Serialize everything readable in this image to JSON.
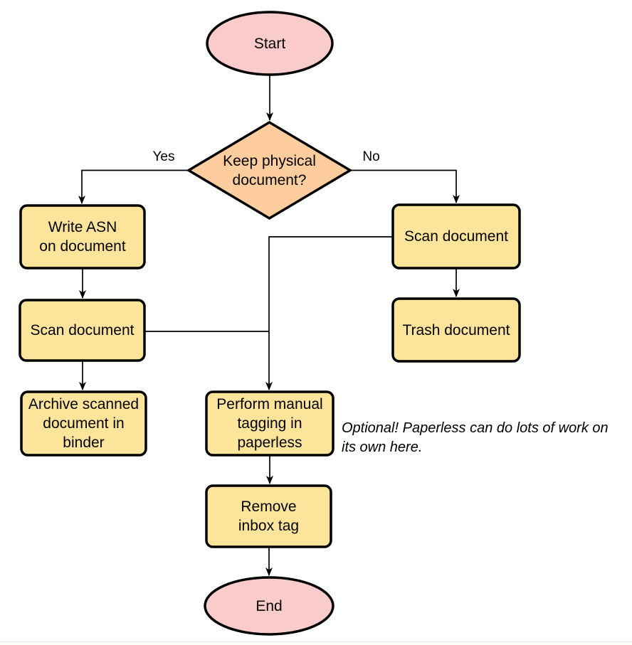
{
  "theme": {
    "canvas_bg": "#ffffff",
    "terminal_fill": "#F9CBCB",
    "decision_fill": "#FECD9E",
    "process_fill": "#FDE49B",
    "shape_stroke": "#000000",
    "edge_stroke": "#000000",
    "text_color": "#000000",
    "divider_color": "#e9e9e6",
    "footer_bg": "#fdfcf6"
  },
  "diagram": {
    "nodes": {
      "start": {
        "lines": [
          "Start"
        ]
      },
      "decision": {
        "lines": [
          "Keep physical",
          "document?"
        ]
      },
      "write_asn": {
        "lines": [
          "Write ASN",
          "on document"
        ]
      },
      "scan_left": {
        "lines": [
          "Scan document"
        ]
      },
      "archive": {
        "lines": [
          "Archive scanned",
          "document in",
          "binder"
        ]
      },
      "scan_right": {
        "lines": [
          "Scan document"
        ]
      },
      "trash": {
        "lines": [
          "Trash document"
        ]
      },
      "tagging": {
        "lines": [
          "Perform manual",
          "tagging in",
          "paperless"
        ]
      },
      "remove_inbox": {
        "lines": [
          "Remove",
          "inbox tag"
        ]
      },
      "end": {
        "lines": [
          "End"
        ]
      }
    },
    "edge_labels": {
      "yes": "Yes",
      "no": "No"
    },
    "note": {
      "lines": [
        "Optional! Paperless can do lots of work on",
        "its own here."
      ]
    }
  }
}
